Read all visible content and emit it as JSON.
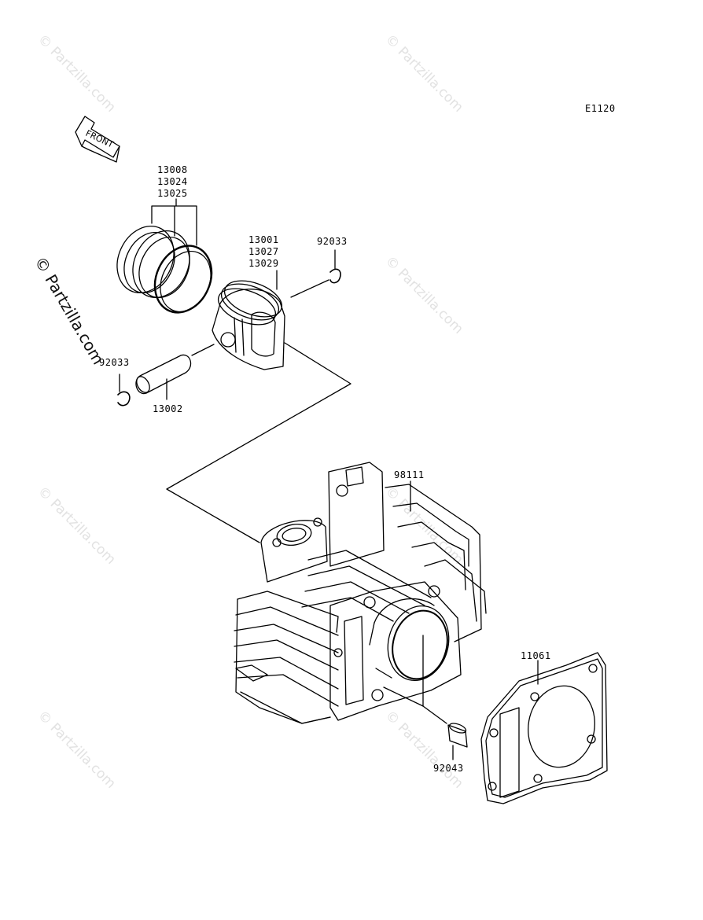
{
  "diagram_code": "E1120",
  "front_label": "FRONT",
  "watermark": "© Partzilla.com",
  "parts": {
    "rings": [
      "13008",
      "13024",
      "13025"
    ],
    "piston": [
      "13001",
      "13027",
      "13029"
    ],
    "clip_right": "92033",
    "clip_left": "92033",
    "pin": "13002",
    "cylinder": "98111",
    "gasket": "11061",
    "dowel": "92043"
  },
  "colors": {
    "line": "#000000",
    "watermark": "#e2e2e2"
  }
}
